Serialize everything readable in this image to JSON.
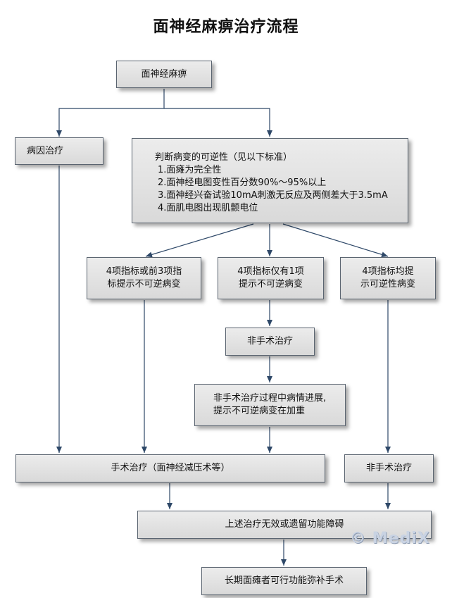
{
  "title": "面神经麻痹治疗流程",
  "nodes": {
    "start": "面神经麻痹",
    "etiology": "病因治疗",
    "assess_title": "判断病变的可逆性（见以下标准）",
    "criteria": [
      "1.面瘫为完全性",
      "2.面神经电图变性百分数90%～95%以上",
      "3.面神经兴奋试验10mA刺激无反应及两侧差大于3.5mA",
      "4.面肌电图出现肌颤电位"
    ],
    "branch_a_line1": "4项指标或前3项指",
    "branch_a_line2": "标提示不可逆病变",
    "branch_b_line1": "4项指标仅有1项",
    "branch_b_line2": "提示不可逆病变",
    "branch_c_line1": "4项指标均提",
    "branch_c_line2": "示可逆性病变",
    "nonsurgical_1": "非手术治疗",
    "progression_line1": "非手术治疗过程中病情进展,",
    "progression_line2": "提示不可逆病变在加重",
    "surgery": "手术治疗（面神经减压术等）",
    "nonsurgical_2": "非手术治疗",
    "failure": "上述治疗无效或遗留功能障碍",
    "final": "长期面瘫者可行功能弥补手术"
  },
  "watermark": "© MediX"
}
